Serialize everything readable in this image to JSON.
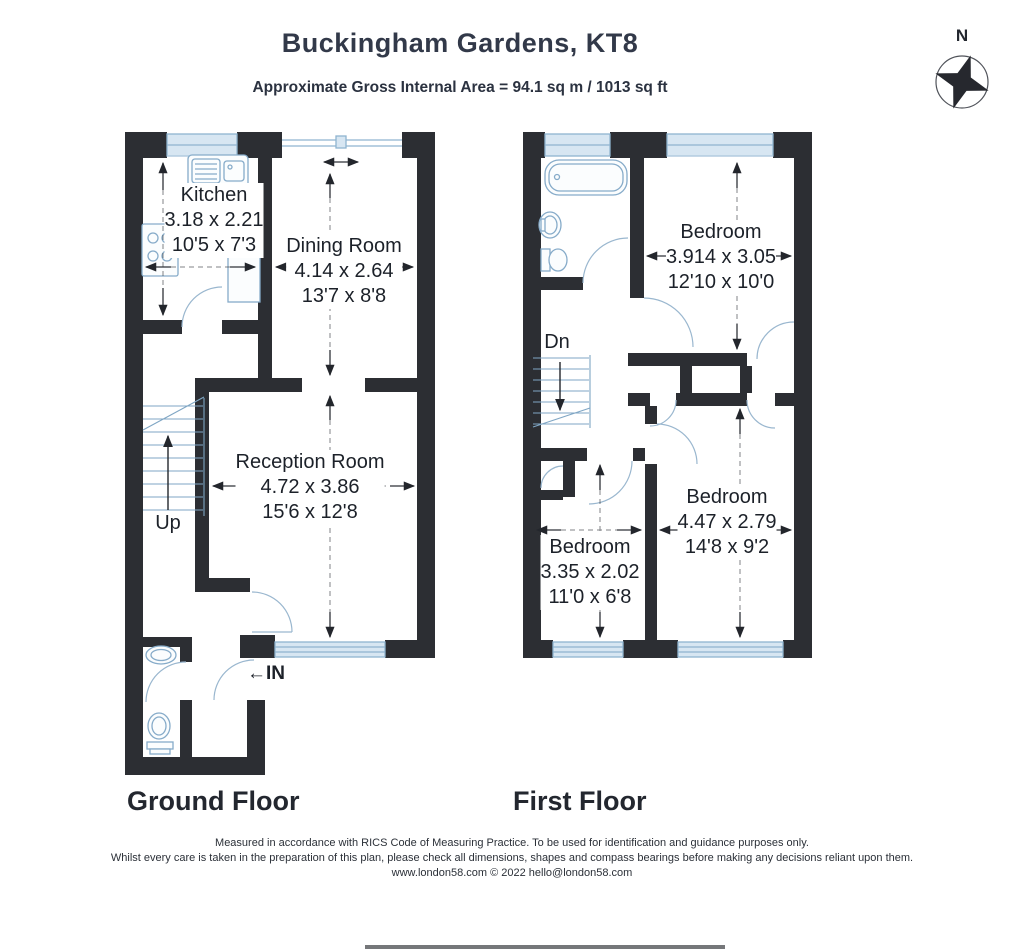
{
  "header": {
    "title": "Buckingham Gardens, KT8",
    "subtitle": "Approximate Gross Internal Area = 94.1 sq m / 1013 sq ft"
  },
  "compass": {
    "north_label": "N"
  },
  "ground_floor": {
    "label": "Ground Floor",
    "rooms": {
      "kitchen": {
        "name": "Kitchen",
        "metric": "3.18 x 2.21",
        "imperial": "10'5 x 7'3"
      },
      "dining_room": {
        "name": "Dining Room",
        "metric": "4.14 x 2.64",
        "imperial": "13'7 x 8'8"
      },
      "reception_room": {
        "name": "Reception Room",
        "metric": "4.72 x 3.86",
        "imperial": "15'6 x 12'8"
      }
    },
    "stairs_label": "Up",
    "entrance_arrow": "←",
    "entrance_label": "IN"
  },
  "first_floor": {
    "label": "First Floor",
    "rooms": {
      "bedroom_1": {
        "name": "Bedroom",
        "metric": "3.914 x 3.05",
        "imperial": "12'10 x 10'0"
      },
      "bedroom_2": {
        "name": "Bedroom",
        "metric": "4.47 x 2.79",
        "imperial": "14'8 x 9'2"
      },
      "bedroom_3": {
        "name": "Bedroom",
        "metric": "3.35 x 2.02",
        "imperial": "11'0 x 6'8"
      }
    },
    "stairs_label": "Dn"
  },
  "footer": {
    "line1": "Measured in accordance with RICS Code of Measuring Practice. To be used for identification and guidance purposes only.",
    "line2": "Whilst every care is taken in the preparation of this plan, please check all dimensions, shapes and compass bearings before making any decisions reliant upon them.",
    "line3": "www.london58.com © 2022 hello@london58.com"
  },
  "colors": {
    "wall": "#2c2e33",
    "window": "#8fb4d0",
    "window_fill": "#d7e6f2",
    "text": "#1c2129"
  }
}
